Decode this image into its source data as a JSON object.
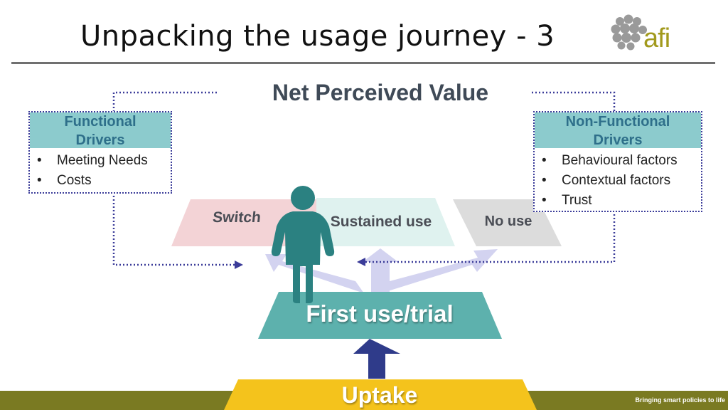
{
  "slide": {
    "title": "Unpacking the usage journey - 3",
    "logo_text": "afi",
    "tagline": "Bringing smart policies to life"
  },
  "diagram": {
    "heading": "Net Perceived Value",
    "functional_drivers": {
      "title": "Functional Drivers",
      "items": [
        "Meeting Needs",
        "Costs"
      ]
    },
    "non_functional_drivers": {
      "title": "Non-Functional Drivers",
      "items": [
        "Behavioural factors",
        "Contextual factors",
        "Trust"
      ]
    },
    "options": {
      "switch": "Switch",
      "sustained_use": "Sustained use",
      "no_use": "No use"
    },
    "first_use": "First use/trial",
    "uptake": "Uptake"
  },
  "colors": {
    "teal": "#5db1ad",
    "teal_dark": "#2b8181",
    "header_teal": "#8ccbcd",
    "switch_pink": "#f3d3d6",
    "sustained_green": "#dff2ef",
    "no_use_gray": "#dcdcdc",
    "arrow_lavender": "#d3d3f0",
    "navy": "#2f3b8a",
    "uptake_yellow": "#f4c31c",
    "footer_olive": "#7a7a22",
    "logo_olive": "#a29a1d"
  }
}
